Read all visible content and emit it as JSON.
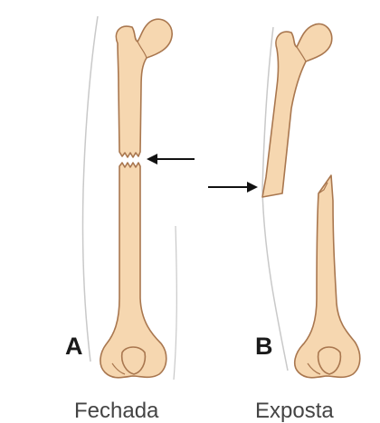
{
  "colors": {
    "bone_fill": "#f6d7b0",
    "bone_stroke": "#a9774f",
    "skin_outline": "#c9c9c9",
    "arrow": "#111111",
    "text": "#1a1a1a",
    "caption_text": "#444444"
  },
  "panels": [
    {
      "letter": "A",
      "caption": "Fechada"
    },
    {
      "letter": "B",
      "caption": "Exposta"
    }
  ]
}
